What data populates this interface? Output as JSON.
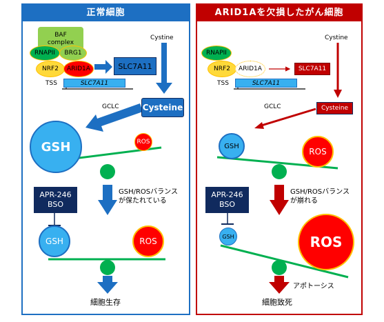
{
  "left": {
    "title": "正常細胞",
    "baf_complex": "BAF\ncomplex",
    "rnapii": "RNAPII",
    "brg1": "BRG1",
    "nrf2": "NRF2",
    "arid1a": "ARID1A",
    "slc7a11_box": "SLC7A11",
    "tss": "TSS",
    "gene": "SLC7A11",
    "cystine": "Cystine",
    "cysteine": "Cysteine",
    "gclc": "GCLC",
    "gsh_top": "GSH",
    "ros_top": "ROS",
    "drug": "APR-246\nBSO",
    "balance_text": "GSH/ROSバランス\nが保たれている",
    "gsh_bottom": "GSH",
    "ros_bottom": "ROS",
    "outcome": "細胞生存"
  },
  "right": {
    "title": "ARID1Aを欠損したがん細胞",
    "rnapii": "RNAPII",
    "nrf2": "NRF2",
    "arid1a": "ARID1A",
    "slc7a11_box": "SLC7A11",
    "tss": "TSS",
    "gene": "SLC7A11",
    "cystine": "Cystine",
    "cysteine": "Cysteine",
    "gclc": "GCLC",
    "gsh_top": "GSH",
    "ros_top": "ROS",
    "drug": "APR-246\nBSO",
    "balance_text": "GSH/ROSバランス\nが崩れる",
    "gsh_bottom": "GSH",
    "ros_bottom": "ROS",
    "apoptosis": "アポトーシス",
    "outcome": "細胞致死"
  },
  "colors": {
    "blue": "#1d6fc2",
    "dark_red": "#c00000",
    "navy": "#102a5e",
    "cyan": "#38b0f0",
    "red": "#ff0000",
    "green": "#00b050",
    "yellow": "#ffd93a",
    "olive_green": "#92d050",
    "orange_yellow": "#ffc000"
  }
}
